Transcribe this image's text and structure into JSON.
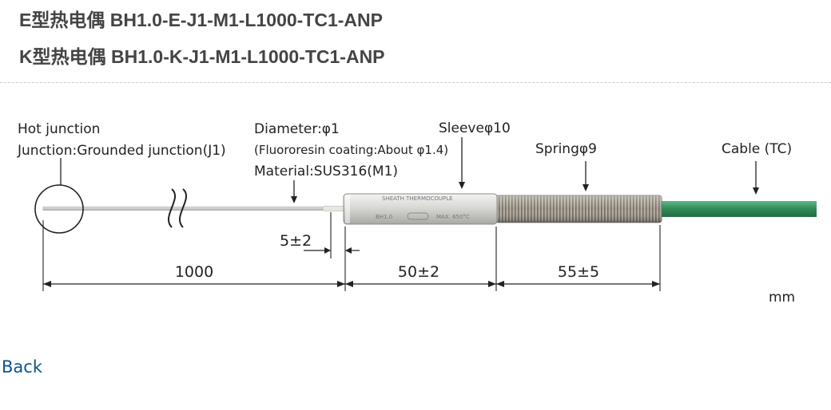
{
  "titles": {
    "line1": "E型热电偶 BH1.0-E-J1-M1-L1000-TC1-ANP",
    "line2": "K型热电偶 BH1.0-K-J1-M1-L1000-TC1-ANP"
  },
  "diagram": {
    "hot_junction": "Hot junction",
    "junction": "Junction:Grounded junction(J1)",
    "diameter": "Diameter:φ1",
    "coating": "(Fluororesin coating:About φ1.4)",
    "material": "Material:SUS316(M1)",
    "sleeve": "Sleeveφ10",
    "spring": "Springφ9",
    "cable": "Cable (TC)",
    "dim_small": "5±2",
    "dim_probe": "1000",
    "dim_sleeve": "50±2",
    "dim_spring": "55±5",
    "unit": "mm",
    "sleeve_text_1": "SHEATH THERMOCOUPLE",
    "sleeve_text_2": "BH1.0",
    "sleeve_text_3": "MAX. 650°C",
    "colors": {
      "cable": "#2e8b57",
      "sleeve": "#d4d4d0",
      "spring": "#9a9488",
      "probe": "#c8c8c8"
    }
  },
  "nav": {
    "back": "Back"
  }
}
